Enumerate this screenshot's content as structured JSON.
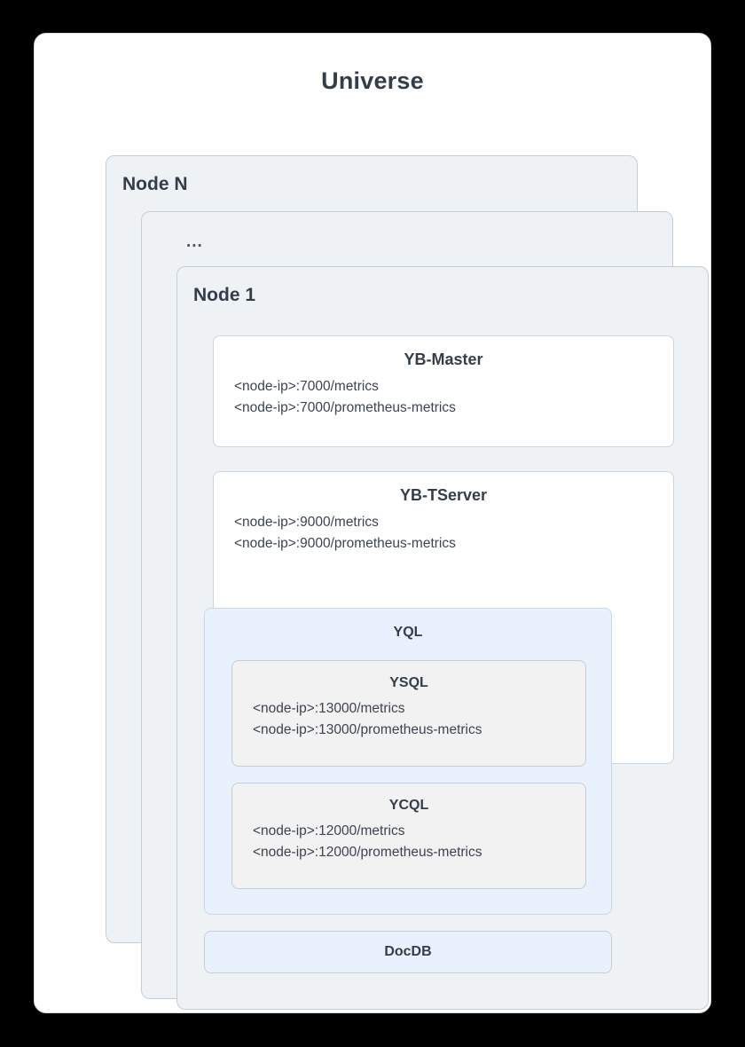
{
  "diagram": {
    "title": "Universe",
    "accent_blue": "#e9f1fd",
    "node_bg": "#eef2f5",
    "inner_gray": "#f2f2f2",
    "text_color": "#343d4a",
    "border_color": "#c3ced7"
  },
  "nodes": [
    {
      "label": "Node N"
    },
    {
      "label": "..."
    },
    {
      "label": "Node 1"
    }
  ],
  "components": {
    "master": {
      "title": "YB-Master",
      "endpoints": [
        "<node-ip>:7000/metrics",
        "<node-ip>:7000/prometheus-metrics"
      ]
    },
    "tserver": {
      "title": "YB-TServer",
      "endpoints": [
        "<node-ip>:9000/metrics",
        "<node-ip>:9000/prometheus-metrics"
      ]
    },
    "yql": {
      "title": "YQL",
      "languages": [
        {
          "title": "YSQL",
          "endpoints": [
            "<node-ip>:13000/metrics",
            "<node-ip>:13000/prometheus-metrics"
          ]
        },
        {
          "title": "YCQL",
          "endpoints": [
            "<node-ip>:12000/metrics",
            "<node-ip>:12000/prometheus-metrics"
          ]
        }
      ]
    },
    "docdb": {
      "title": "DocDB"
    }
  }
}
